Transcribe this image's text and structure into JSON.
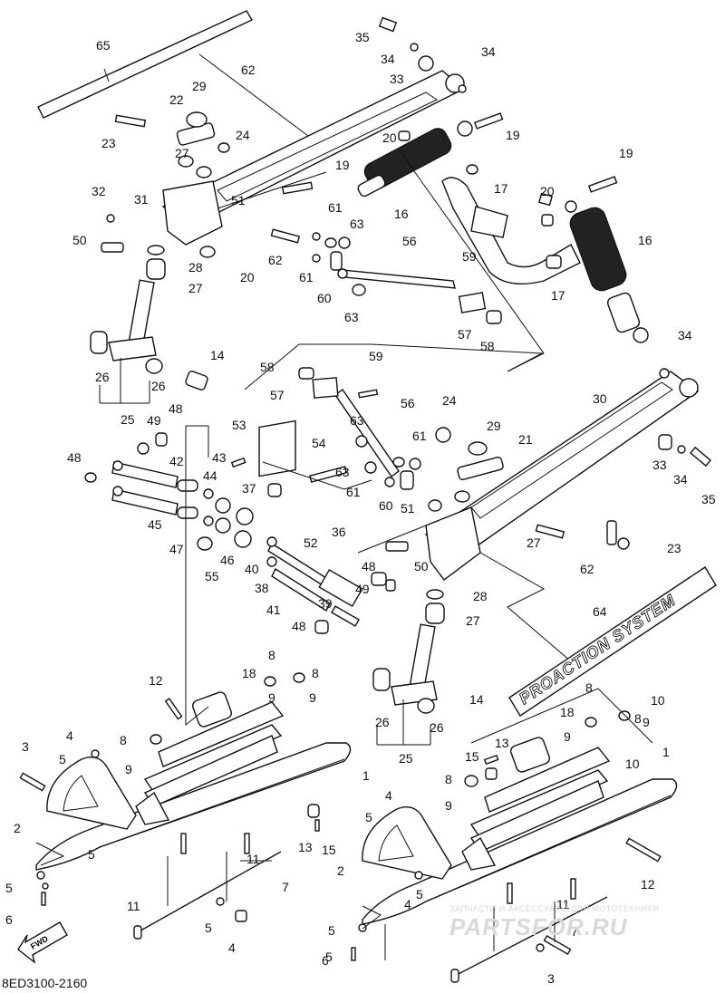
{
  "diagram": {
    "code": "8ED3100-2160",
    "stripe_text": "PROACTION SYSTEM",
    "fwd_label": "FWD",
    "callouts": [
      {
        "n": "65"
      },
      {
        "n": "35"
      },
      {
        "n": "34"
      },
      {
        "n": "33"
      },
      {
        "n": "34"
      },
      {
        "n": "62"
      },
      {
        "n": "29"
      },
      {
        "n": "22"
      },
      {
        "n": "23"
      },
      {
        "n": "24"
      },
      {
        "n": "27"
      },
      {
        "n": "20"
      },
      {
        "n": "19"
      },
      {
        "n": "19"
      },
      {
        "n": "19"
      },
      {
        "n": "17"
      },
      {
        "n": "16"
      },
      {
        "n": "32"
      },
      {
        "n": "31"
      },
      {
        "n": "51"
      },
      {
        "n": "61"
      },
      {
        "n": "63"
      },
      {
        "n": "20"
      },
      {
        "n": "16"
      },
      {
        "n": "50"
      },
      {
        "n": "28"
      },
      {
        "n": "62"
      },
      {
        "n": "20"
      },
      {
        "n": "61"
      },
      {
        "n": "56"
      },
      {
        "n": "59"
      },
      {
        "n": "17"
      },
      {
        "n": "27"
      },
      {
        "n": "60"
      },
      {
        "n": "63"
      },
      {
        "n": "57"
      },
      {
        "n": "58"
      },
      {
        "n": "34"
      },
      {
        "n": "14"
      },
      {
        "n": "26"
      },
      {
        "n": "26"
      },
      {
        "n": "25"
      },
      {
        "n": "58"
      },
      {
        "n": "59"
      },
      {
        "n": "30"
      },
      {
        "n": "57"
      },
      {
        "n": "56"
      },
      {
        "n": "24"
      },
      {
        "n": "48"
      },
      {
        "n": "49"
      },
      {
        "n": "63"
      },
      {
        "n": "29"
      },
      {
        "n": "21"
      },
      {
        "n": "53"
      },
      {
        "n": "61"
      },
      {
        "n": "54"
      },
      {
        "n": "33"
      },
      {
        "n": "34"
      },
      {
        "n": "48"
      },
      {
        "n": "42"
      },
      {
        "n": "43"
      },
      {
        "n": "63"
      },
      {
        "n": "35"
      },
      {
        "n": "44"
      },
      {
        "n": "37"
      },
      {
        "n": "61"
      },
      {
        "n": "60"
      },
      {
        "n": "51"
      },
      {
        "n": "45"
      },
      {
        "n": "27"
      },
      {
        "n": "23"
      },
      {
        "n": "47"
      },
      {
        "n": "46"
      },
      {
        "n": "52"
      },
      {
        "n": "36"
      },
      {
        "n": "50"
      },
      {
        "n": "62"
      },
      {
        "n": "55"
      },
      {
        "n": "40"
      },
      {
        "n": "38"
      },
      {
        "n": "48"
      },
      {
        "n": "49"
      },
      {
        "n": "28"
      },
      {
        "n": "41"
      },
      {
        "n": "39"
      },
      {
        "n": "27"
      },
      {
        "n": "64"
      },
      {
        "n": "48"
      },
      {
        "n": "8"
      },
      {
        "n": "8"
      },
      {
        "n": "12"
      },
      {
        "n": "18"
      },
      {
        "n": "9"
      },
      {
        "n": "9"
      },
      {
        "n": "14"
      },
      {
        "n": "8"
      },
      {
        "n": "10"
      },
      {
        "n": "18"
      },
      {
        "n": "8"
      },
      {
        "n": "4"
      },
      {
        "n": "8"
      },
      {
        "n": "3"
      },
      {
        "n": "26"
      },
      {
        "n": "26"
      },
      {
        "n": "9"
      },
      {
        "n": "9"
      },
      {
        "n": "5"
      },
      {
        "n": "9"
      },
      {
        "n": "1"
      },
      {
        "n": "13"
      },
      {
        "n": "25"
      },
      {
        "n": "15"
      },
      {
        "n": "10"
      },
      {
        "n": "1"
      },
      {
        "n": "8"
      },
      {
        "n": "2"
      },
      {
        "n": "9"
      },
      {
        "n": "4"
      },
      {
        "n": "5"
      },
      {
        "n": "13"
      },
      {
        "n": "15"
      },
      {
        "n": "12"
      },
      {
        "n": "5"
      },
      {
        "n": "11"
      },
      {
        "n": "7"
      },
      {
        "n": "2"
      },
      {
        "n": "5"
      },
      {
        "n": "4"
      },
      {
        "n": "11"
      },
      {
        "n": "5"
      },
      {
        "n": "5"
      },
      {
        "n": "6"
      },
      {
        "n": "5"
      },
      {
        "n": "4"
      },
      {
        "n": "11"
      },
      {
        "n": "5"
      },
      {
        "n": "6"
      },
      {
        "n": "3"
      },
      {
        "n": "7"
      }
    ]
  },
  "watermark": {
    "line1": "ЗАПЧАСТИ И АКСЕССУАРЫ ДЛЯ МОТОТЕХНИКИ",
    "logo": "PARTSFOR.RU",
    "color": "#d9d9d9"
  }
}
